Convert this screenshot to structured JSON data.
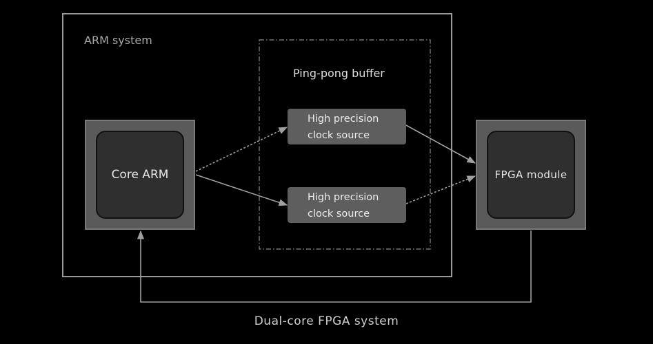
{
  "labels": {
    "arm_system": "ARM system",
    "pingpong_buffer": "Ping-pong buffer",
    "dual_core_system": "Dual-core FPGA system"
  },
  "blocks": {
    "core_arm": "Core ARM",
    "fpga_module": "FPGA module",
    "clock_top": {
      "line1": "High precision",
      "line2": "clock source"
    },
    "clock_bottom": {
      "line1": "High precision",
      "line2": "clock source"
    }
  },
  "colors": {
    "background": "#000000",
    "frame": "#9a9a9a",
    "chip_outer": "#5a5a5a",
    "chip_inner": "#2f2f2f",
    "clock_box": "#5e5e5e",
    "arrow": "#a0a0a0"
  }
}
